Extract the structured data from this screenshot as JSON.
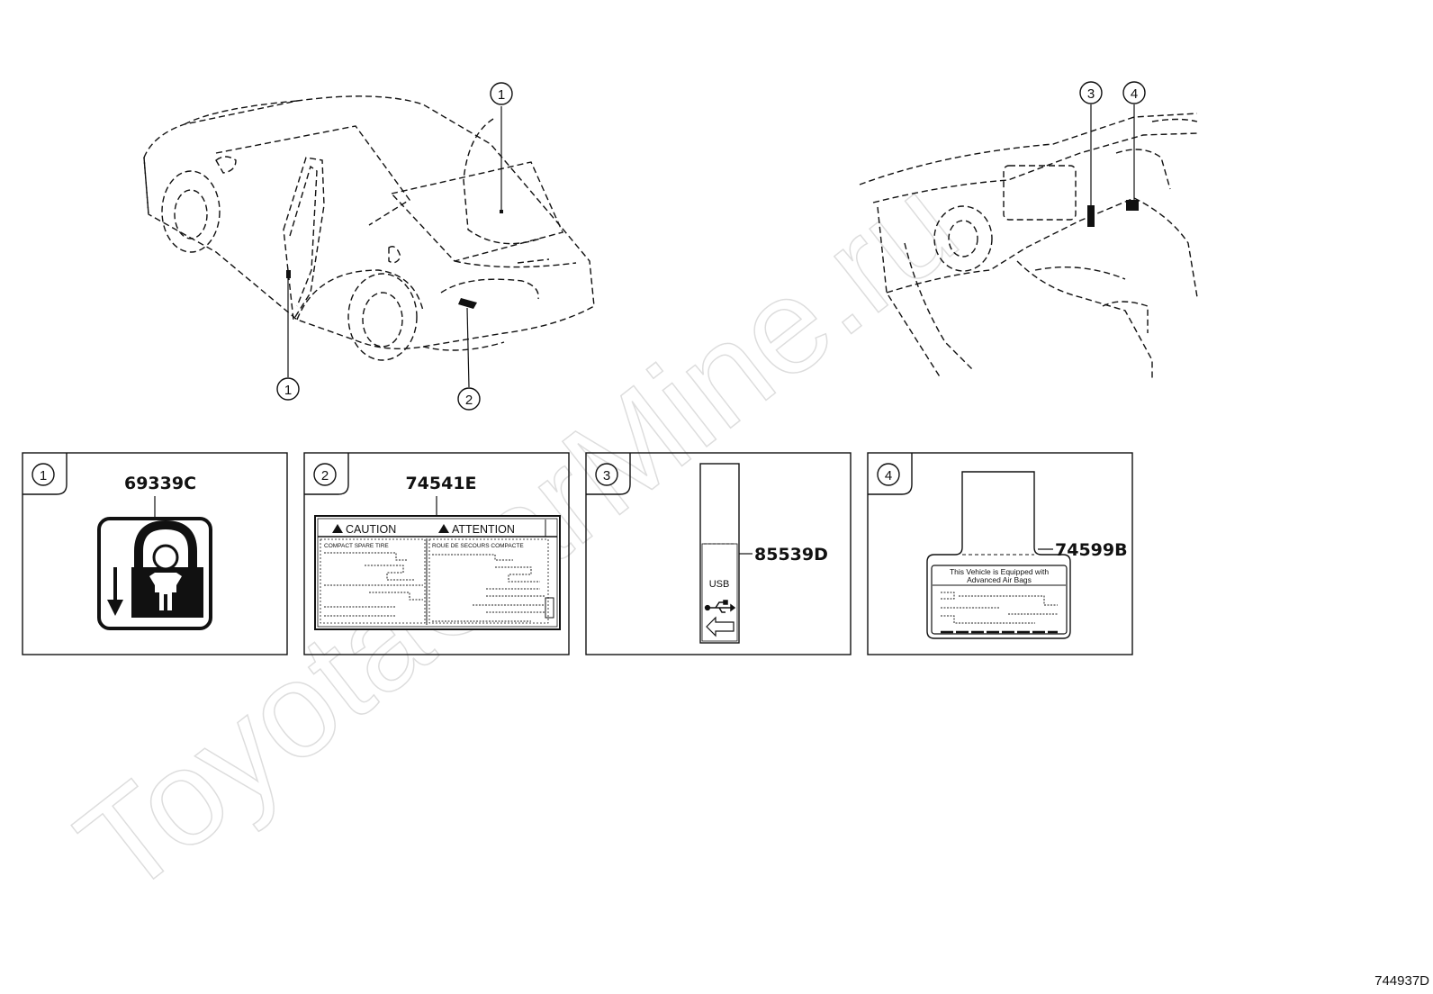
{
  "watermark": "ToyotaCarMine.ru",
  "diagram_code": "744937D",
  "callouts": {
    "c1": "1",
    "c2": "2",
    "c3": "3",
    "c4": "4"
  },
  "panels": [
    {
      "num": "1",
      "part": "69339C",
      "icon": "child-lock-icon"
    },
    {
      "num": "2",
      "part": "74541E",
      "caution": "CAUTION",
      "attention": "ATTENTION",
      "left_heading": "COMPACT SPARE TIRE",
      "right_heading": "ROUE DE SECOURS COMPACTE"
    },
    {
      "num": "3",
      "part": "85539D",
      "usb_text": "USB",
      "icon": "usb-icon"
    },
    {
      "num": "4",
      "part": "74599B",
      "line1": "This Vehicle is Equipped with",
      "line2": "Advanced Air Bags"
    }
  ]
}
